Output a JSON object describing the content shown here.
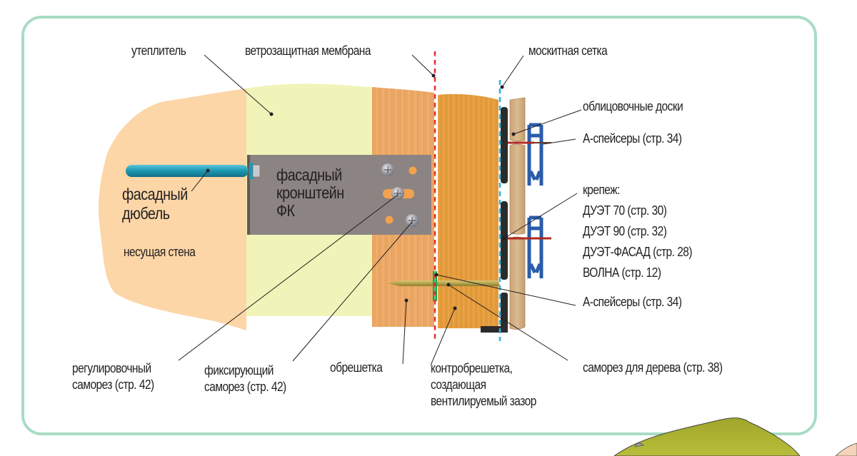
{
  "diagram": {
    "title": "Ventilated facade construction cross-section",
    "colors": {
      "frame": "#a8dcc4",
      "wall": "#fcd6a6",
      "insulation": "#f0f4b8",
      "batten": "#e9a35f",
      "counter_batten": "#e39a3a",
      "bracket": "#8c8482",
      "dowel": "#1f9bb5",
      "membrane_line": "#e02a2a",
      "mesh_line": "#27b4e6",
      "cladding": "#d6b48a",
      "spacer": "#2a5ca8",
      "seal": "#2b2b2b",
      "green_spacer": "#1aa84a",
      "screw": "#b6a24a"
    },
    "labels": {
      "insulation": "утеплитель",
      "wind_membrane": "ветрозащитная мембрана",
      "mosquito_mesh": "москитная сетка",
      "cladding_boards": "облицовочные доски",
      "a_spacers_top": "А-спейсеры (стр. 34)",
      "fasteners_heading": "крепеж:",
      "fasteners": [
        "ДУЭТ 70 (стр. 30)",
        "ДУЭТ 90 (стр. 32)",
        "ДУЭТ-ФАСАД (стр. 28)",
        "ВОЛНА (стр. 12)"
      ],
      "a_spacers_bottom": "А-спейсеры (стр. 34)",
      "wood_screw": "саморез для дерева (стр. 38)",
      "counter_batten": [
        "контробрешетка,",
        "создающая",
        "вентилируемый зазор"
      ],
      "batten": "обрешетка",
      "fixing_screw": [
        "фиксирующий",
        "саморез (стр. 42)"
      ],
      "adjusting_screw": [
        "регулировочный",
        "саморез (стр. 42)"
      ],
      "facade_dowel": [
        "фасадный",
        "дюбель"
      ],
      "bearing_wall": "несущая стена",
      "bracket": [
        "фасадный",
        "кронштейн",
        "ФК"
      ]
    }
  }
}
